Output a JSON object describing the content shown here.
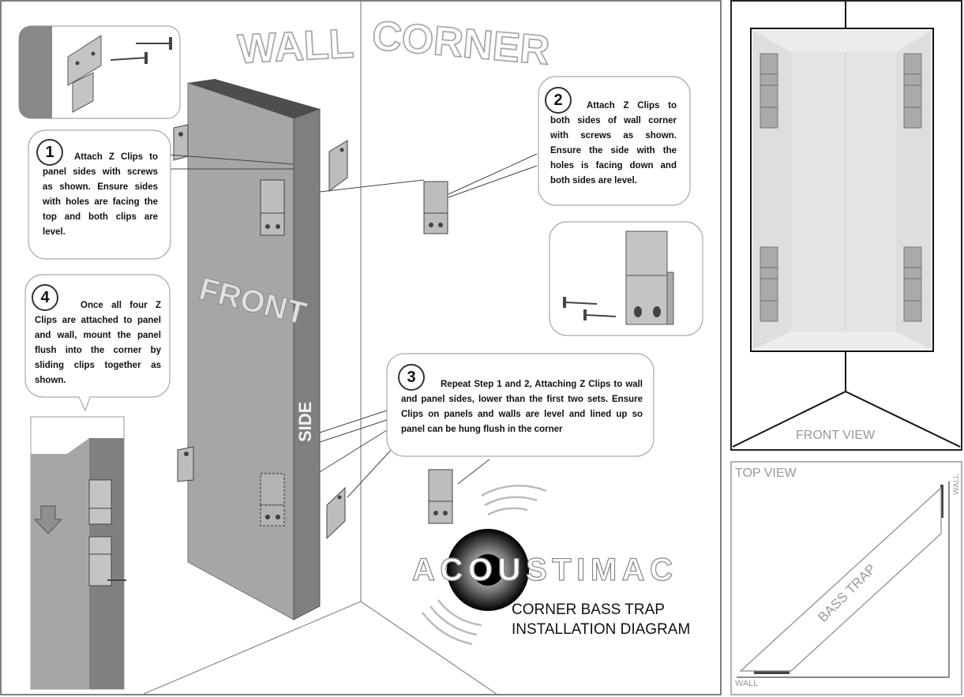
{
  "title": {
    "line1": "CORNER BASS TRAP",
    "line2": "INSTALLATION DIAGRAM"
  },
  "brand": {
    "logo_text": "ACOUSTIMAC"
  },
  "heading": {
    "wall": "WALL",
    "corner": "CORNER"
  },
  "panel": {
    "front_label": "FRONT",
    "side_label": "SIDE"
  },
  "steps": [
    {
      "number": "1",
      "text": "Attach Z Clips to panel sides with screws as shown. Ensure sides with holes are facing the top and both clips are level."
    },
    {
      "number": "2",
      "text": "Attach Z Clips to both sides of wall corner with screws as shown. Ensure the side with the holes is facing down and both sides are level."
    },
    {
      "number": "3",
      "text": "Repeat Step 1 and 2, Attaching Z Clips to wall and panel sides, lower than the first two sets. Ensure Clips on panels and walls are level and lined up so panel can be hung flush in the corner"
    },
    {
      "number": "4",
      "text": "Once all four Z Clips are attached to panel and wall, mount the panel flush into the corner by sliding clips together as shown."
    }
  ],
  "front_view": {
    "label": "FRONT VIEW"
  },
  "top_view": {
    "label": "TOP VIEW",
    "wall_right": "WALL",
    "wall_bottom": "WALL",
    "trap_label": "BASS TRAP"
  },
  "colors": {
    "panel_front": "#a6a6a6",
    "panel_side": "#7f7f7f",
    "panel_top": "#555555",
    "clip": "#bdbdbd",
    "line": "#555555"
  }
}
